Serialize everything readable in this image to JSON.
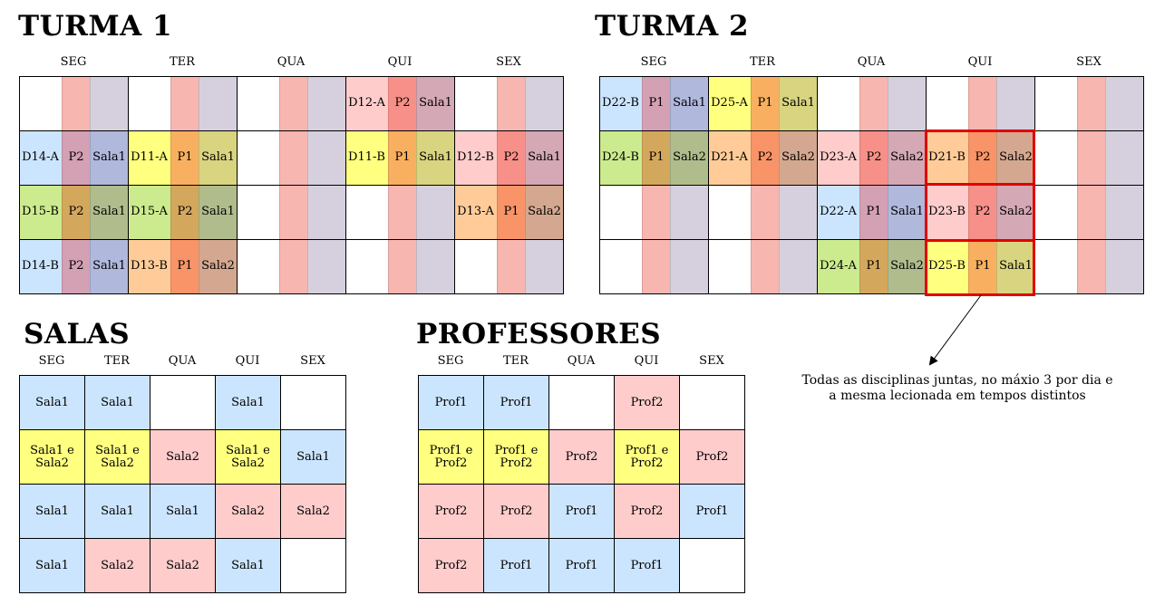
{
  "turma1": {
    "title": "TURMA 1",
    "days": [
      "SEG",
      "TER",
      "QUA",
      "QUI",
      "SEX"
    ],
    "rows": [
      [
        null,
        null,
        null,
        {
          "disc": "D12-A",
          "prof": "P2",
          "sala": "Sala1"
        },
        null
      ],
      [
        {
          "disc": "D14-A",
          "prof": "P2",
          "sala": "Sala1"
        },
        {
          "disc": "D11-A",
          "prof": "P1",
          "sala": "Sala1"
        },
        null,
        {
          "disc": "D11-B",
          "prof": "P1",
          "sala": "Sala1"
        },
        {
          "disc": "D12-B",
          "prof": "P2",
          "sala": "Sala1"
        }
      ],
      [
        {
          "disc": "D15-B",
          "prof": "P2",
          "sala": "Sala1"
        },
        {
          "disc": "D15-A",
          "prof": "P2",
          "sala": "Sala1"
        },
        null,
        null,
        {
          "disc": "D13-A",
          "prof": "P1",
          "sala": "Sala2"
        }
      ],
      [
        {
          "disc": "D14-B",
          "prof": "P2",
          "sala": "Sala1"
        },
        {
          "disc": "D13-B",
          "prof": "P1",
          "sala": "Sala2"
        },
        null,
        null,
        null
      ]
    ]
  },
  "turma2": {
    "title": "TURMA 2",
    "days": [
      "SEG",
      "TER",
      "QUA",
      "QUI",
      "SEX"
    ],
    "rows": [
      [
        {
          "disc": "D22-B",
          "prof": "P1",
          "sala": "Sala1"
        },
        {
          "disc": "D25-A",
          "prof": "P1",
          "sala": "Sala1"
        },
        null,
        null,
        null
      ],
      [
        {
          "disc": "D24-B",
          "prof": "P1",
          "sala": "Sala2"
        },
        {
          "disc": "D21-A",
          "prof": "P2",
          "sala": "Sala2"
        },
        {
          "disc": "D23-A",
          "prof": "P2",
          "sala": "Sala2"
        },
        {
          "disc": "D21-B",
          "prof": "P2",
          "sala": "Sala2"
        },
        null
      ],
      [
        null,
        null,
        {
          "disc": "D22-A",
          "prof": "P1",
          "sala": "Sala1"
        },
        {
          "disc": "D23-B",
          "prof": "P2",
          "sala": "Sala2"
        },
        null
      ],
      [
        null,
        null,
        {
          "disc": "D24-A",
          "prof": "P1",
          "sala": "Sala2"
        },
        {
          "disc": "D25-B",
          "prof": "P1",
          "sala": "Sala1"
        },
        null
      ]
    ],
    "highlight_day": "QUI",
    "highlight_rows": [
      1,
      2,
      3
    ]
  },
  "salas": {
    "title": "SALAS",
    "days": [
      "SEG",
      "TER",
      "QUA",
      "QUI",
      "SEX"
    ],
    "rows": [
      [
        "Sala1",
        "Sala1",
        "",
        "Sala1",
        ""
      ],
      [
        "Sala1 e\nSala2",
        "Sala1 e\nSala2",
        "Sala2",
        "Sala1 e\nSala2",
        "Sala1"
      ],
      [
        "Sala1",
        "Sala1",
        "Sala1",
        "Sala2",
        "Sala2"
      ],
      [
        "Sala1",
        "Sala2",
        "Sala2",
        "Sala1",
        ""
      ]
    ]
  },
  "professores": {
    "title": "PROFESSORES",
    "days": [
      "SEG",
      "TER",
      "QUA",
      "QUI",
      "SEX"
    ],
    "rows": [
      [
        "Prof1",
        "Prof1",
        "",
        "Prof2",
        ""
      ],
      [
        "Prof1 e\nProf2",
        "Prof1 e\nProf2",
        "Prof2",
        "Prof1 e\nProf2",
        "Prof2"
      ],
      [
        "Prof2",
        "Prof2",
        "Prof1",
        "Prof2",
        "Prof1"
      ],
      [
        "Prof2",
        "Prof1",
        "Prof1",
        "Prof1",
        ""
      ]
    ]
  },
  "note": "Todas as disciplinas juntas, no máxio 3 por dia e a mesma lecionada em tempos distintos",
  "colors": {
    "disc": {
      "D11": "#ffff80",
      "D12": "#ffcccc",
      "D13": "#ffcc99",
      "D14": "#cce5ff",
      "D15": "#cceb8e",
      "D21": "#ffcc99",
      "D22": "#cce5ff",
      "D23": "#ffcccc",
      "D24": "#cceb8e",
      "D25": "#ffff80"
    },
    "prof": {
      "P1": "#f8b060",
      "P2": "#f79088"
    },
    "prof_empty": "#f7b6b0",
    "sala_empty": "#d6d0de",
    "sala_blend": {
      "#ffff80": "#d8d480",
      "#ffcccc": "#d4a8b4",
      "#ffcc99": "#d4a890",
      "#cce5ff": "#b0b8dc",
      "#cceb8e": "#b0bc8c"
    },
    "sala2_blend": {
      "#ffff80": "#d8d480",
      "#ffcccc": "#d4a8b4",
      "#ffcc99": "#d4a890",
      "#cce5ff": "#b0b8dc",
      "#cceb8e": "#b0bc8c"
    },
    "prof_on": {
      "P1": {
        "#ffff80": "#f8b060",
        "#ffcccc": "#f79088",
        "#ffcc99": "#f89468",
        "#cce5ff": "#d4a0b4",
        "#cceb8e": "#d4a85c"
      },
      "P2": {
        "#ffff80": "#f8b060",
        "#ffcccc": "#f79088",
        "#ffcc99": "#f89468",
        "#cce5ff": "#d4a0b4",
        "#cceb8e": "#d4a85c"
      }
    },
    "grid_blue": "#cce5ff",
    "grid_yellow": "#ffff80",
    "grid_pink": "#ffcccc",
    "highlight": "#e00000"
  }
}
